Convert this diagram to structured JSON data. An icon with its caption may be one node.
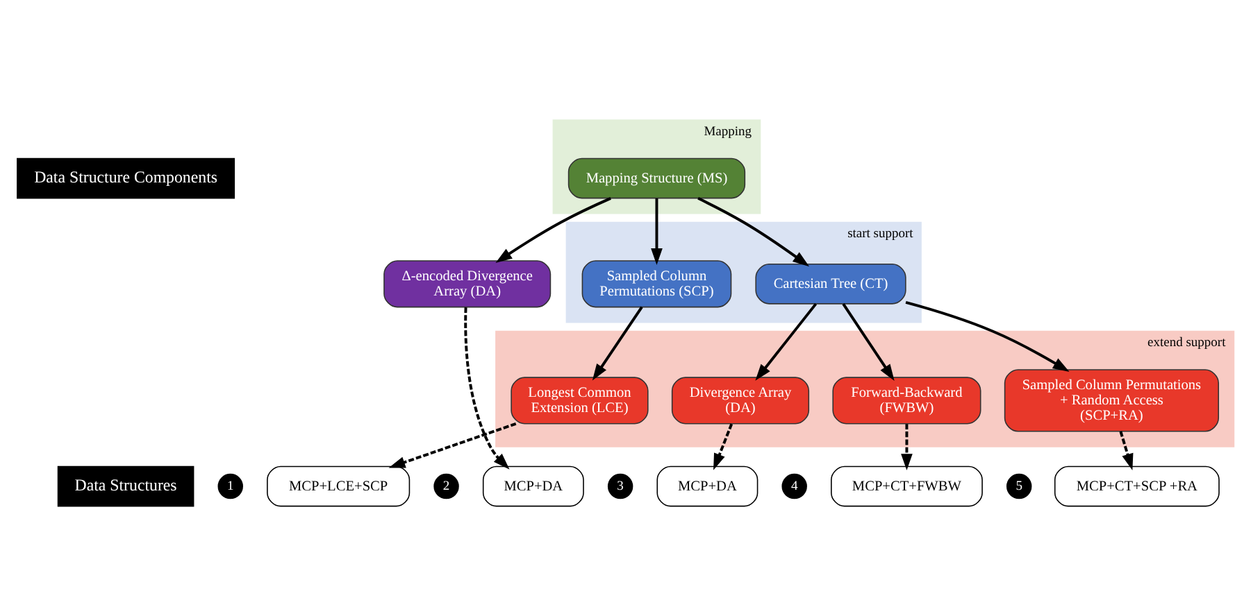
{
  "diagram": {
    "nodes": [
      {
        "text": [
          "Data Structure Components"
        ]
      },
      {
        "text": [
          "Mapping"
        ]
      },
      {
        "text": [
          "Mapping Structure (MS)"
        ],
        "in": 1
      },
      {
        "text": [
          "start support"
        ]
      },
      {
        "text": [
          "Sampled Column Permutations (SCP)"
        ],
        "in": 3
      },
      {
        "text": [
          "Cartesian Tree (CT)"
        ],
        "in": 3
      },
      {
        "text": [
          "Δ-encoded Divergence Array (DA)"
        ]
      },
      {
        "text": [
          "extend support"
        ]
      },
      {
        "text": [
          "Longest Common Extension (LCE)"
        ],
        "in": 7
      },
      {
        "text": [
          "Divergence Array (DA)"
        ],
        "in": 7
      },
      {
        "text": [
          "Forward-Backward (FWBW)"
        ],
        "in": 7
      },
      {
        "text": [
          "Sampled Column Permutations + Random Access (SCP+RA)"
        ],
        "in": 7
      },
      {
        "text": [
          "Data Structures"
        ]
      },
      {
        "text": [
          "MCP+LCE+SCP"
        ],
        "beside": [
          "1"
        ]
      },
      {
        "text": [
          "MCP+DA"
        ],
        "beside": [
          "2"
        ]
      },
      {
        "text": [
          "MCP+DA"
        ],
        "beside": [
          "3"
        ]
      },
      {
        "text": [
          "MCP+CT+FWBW"
        ],
        "beside": [
          "4"
        ]
      },
      {
        "text": [
          "MCP+CT+SCP +RA"
        ],
        "beside": [
          "5"
        ]
      }
    ],
    "edges": [
      {
        "from": 2,
        "to": 4,
        "arrow": "to"
      },
      {
        "from": 2,
        "to": 6,
        "arrow": "to"
      },
      {
        "from": 2,
        "to": 5,
        "arrow": "to"
      },
      {
        "from": 4,
        "to": 8,
        "arrow": "to"
      },
      {
        "from": 5,
        "to": 9,
        "arrow": "to"
      },
      {
        "from": 5,
        "to": 10,
        "arrow": "to"
      },
      {
        "from": 5,
        "to": 11,
        "arrow": "to"
      },
      {
        "from": 8,
        "to": 13,
        "arrow": "to",
        "style": "dashed"
      },
      {
        "from": 6,
        "to": 14,
        "arrow": "to",
        "style": "dashed"
      },
      {
        "from": 9,
        "to": 15,
        "arrow": "to",
        "style": "dashed"
      },
      {
        "from": 10,
        "to": 16,
        "arrow": "to",
        "style": "dashed"
      },
      {
        "from": 11,
        "to": 17,
        "arrow": "to",
        "style": "dashed"
      }
    ]
  }
}
